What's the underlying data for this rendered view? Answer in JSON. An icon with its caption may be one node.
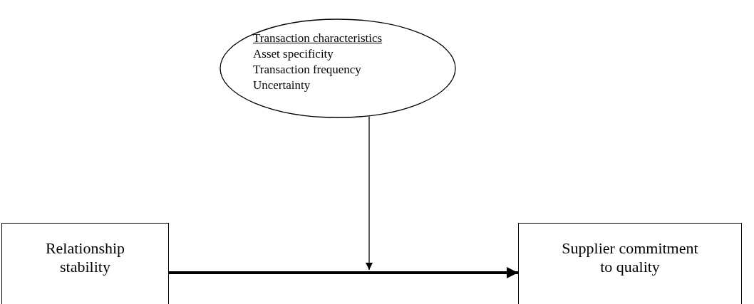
{
  "diagram": {
    "nodes": [
      {
        "text": [
          "Transaction characteristics",
          "Asset specificity",
          "Transaction frequency",
          "Uncertainty"
        ]
      },
      {
        "text": [
          "Relationship stability"
        ]
      },
      {
        "text": [
          "Supplier commitment to quality"
        ]
      }
    ],
    "edges": [
      {
        "from": 1,
        "to": 2,
        "arrow": "to",
        "style": "thick"
      },
      {
        "from": 0,
        "to": null,
        "arrow": "to"
      }
    ]
  }
}
